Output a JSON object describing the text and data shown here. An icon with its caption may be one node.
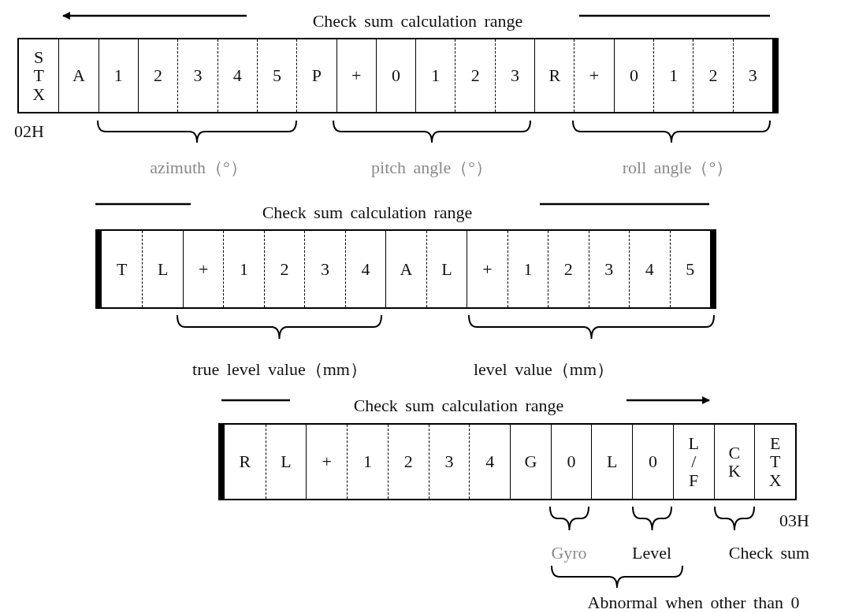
{
  "diagram": {
    "nodes": [
      {
        "text": [
          "S T X"
        ]
      },
      {
        "text": [
          "A"
        ]
      },
      {
        "text": [
          "1"
        ]
      },
      {
        "text": [
          "2"
        ]
      },
      {
        "text": [
          "3"
        ]
      },
      {
        "text": [
          "4"
        ]
      },
      {
        "text": [
          "5"
        ]
      },
      {
        "text": [
          "P"
        ]
      },
      {
        "text": [
          "+"
        ]
      },
      {
        "text": [
          "0"
        ]
      },
      {
        "text": [
          "1"
        ]
      },
      {
        "text": [
          "2"
        ]
      },
      {
        "text": [
          "3"
        ]
      },
      {
        "text": [
          "R"
        ]
      },
      {
        "text": [
          "+"
        ]
      },
      {
        "text": [
          "0"
        ]
      },
      {
        "text": [
          "1"
        ]
      },
      {
        "text": [
          "2"
        ]
      },
      {
        "text": [
          "3"
        ]
      },
      {
        "text": [
          "T"
        ]
      },
      {
        "text": [
          "L"
        ]
      },
      {
        "text": [
          "+"
        ]
      },
      {
        "text": [
          "1"
        ]
      },
      {
        "text": [
          "2"
        ]
      },
      {
        "text": [
          "3"
        ]
      },
      {
        "text": [
          "4"
        ]
      },
      {
        "text": [
          "A"
        ]
      },
      {
        "text": [
          "L"
        ]
      },
      {
        "text": [
          "+"
        ]
      },
      {
        "text": [
          "1"
        ]
      },
      {
        "text": [
          "2"
        ]
      },
      {
        "text": [
          "3"
        ]
      },
      {
        "text": [
          "4"
        ]
      },
      {
        "text": [
          "5"
        ]
      },
      {
        "text": [
          "R"
        ]
      },
      {
        "text": [
          "L"
        ]
      },
      {
        "text": [
          "+"
        ]
      },
      {
        "text": [
          "1"
        ]
      },
      {
        "text": [
          "2"
        ]
      },
      {
        "text": [
          "3"
        ]
      },
      {
        "text": [
          "4"
        ]
      },
      {
        "text": [
          "G"
        ]
      },
      {
        "text": [
          "0"
        ]
      },
      {
        "text": [
          "L"
        ]
      },
      {
        "text": [
          "0"
        ]
      },
      {
        "text": [
          "L / F"
        ]
      },
      {
        "text": [
          "C K"
        ]
      },
      {
        "text": [
          "E T X"
        ]
      }
    ],
    "edges": [],
    "labels": [
      "Check sum calculation range",
      "02H",
      "azimuth（°）",
      "pitch angle（°）",
      "roll angle（°）",
      "Check sum calculation range",
      "true level value（mm）",
      "level value（mm）",
      "Check sum calculation range",
      "03H",
      "Gyro",
      "Level",
      "Check sum",
      "Abnormal when other than 0"
    ]
  }
}
